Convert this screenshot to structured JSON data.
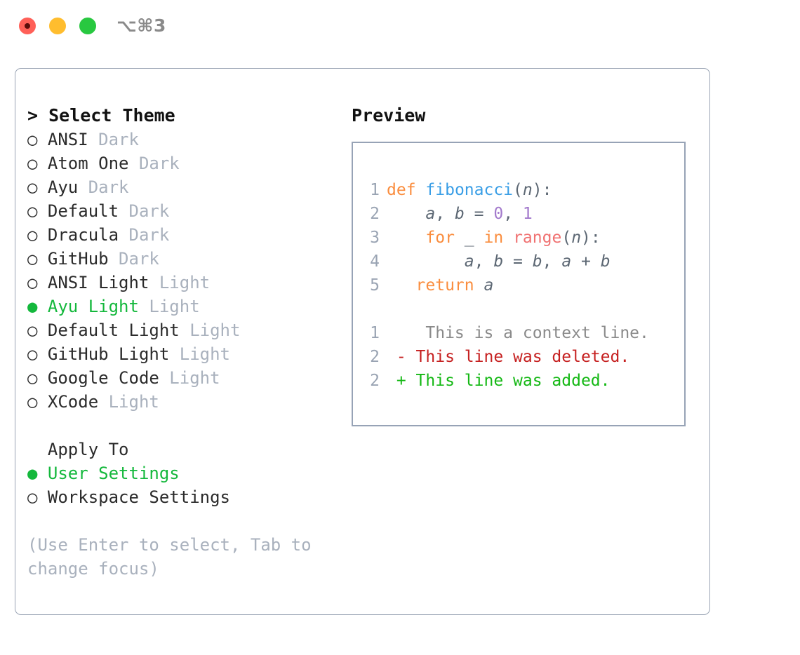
{
  "window": {
    "shortcut_label": "⌥⌘3",
    "lights": [
      "close-red",
      "minimize-yellow",
      "maximize-green"
    ]
  },
  "left": {
    "header": "> Select Theme",
    "header_marker": ">",
    "header_text": "Select Theme",
    "markers": {
      "selected": "●",
      "unselected": "○"
    },
    "themes": [
      {
        "marker": "○",
        "name": "ANSI",
        "tag": "Dark",
        "selected": false
      },
      {
        "marker": "○",
        "name": "Atom One",
        "tag": "Dark",
        "selected": false
      },
      {
        "marker": "○",
        "name": "Ayu",
        "tag": "Dark",
        "selected": false
      },
      {
        "marker": "○",
        "name": "Default",
        "tag": "Dark",
        "selected": false
      },
      {
        "marker": "○",
        "name": "Dracula",
        "tag": "Dark",
        "selected": false
      },
      {
        "marker": "○",
        "name": "GitHub",
        "tag": "Dark",
        "selected": false
      },
      {
        "marker": "○",
        "name": "ANSI Light",
        "tag": "Light",
        "selected": false
      },
      {
        "marker": "●",
        "name": "Ayu Light",
        "tag": "Light",
        "selected": true
      },
      {
        "marker": "○",
        "name": "Default Light",
        "tag": "Light",
        "selected": false
      },
      {
        "marker": "○",
        "name": "GitHub Light",
        "tag": "Light",
        "selected": false
      },
      {
        "marker": "○",
        "name": "Google Code",
        "tag": "Light",
        "selected": false
      },
      {
        "marker": "○",
        "name": "XCode",
        "tag": "Light",
        "selected": false
      }
    ],
    "apply_to": {
      "title": "  Apply To",
      "options": [
        {
          "marker": "●",
          "label": "User Settings",
          "selected": true
        },
        {
          "marker": "○",
          "label": "Workspace Settings",
          "selected": false
        }
      ]
    },
    "hint": "(Use Enter to select, Tab to change focus)"
  },
  "preview": {
    "title": "Preview",
    "code_lines": [
      {
        "num": "1",
        "tokens": [
          {
            "t": "def",
            "c": "kw"
          },
          {
            "t": " ",
            "c": "punc"
          },
          {
            "t": "fibonacci",
            "c": "fn"
          },
          {
            "t": "(",
            "c": "punc"
          },
          {
            "t": "n",
            "c": "id"
          },
          {
            "t": "):",
            "c": "punc"
          }
        ]
      },
      {
        "num": "2",
        "tokens": [
          {
            "t": "    ",
            "c": "punc"
          },
          {
            "t": "a",
            "c": "id"
          },
          {
            "t": ", ",
            "c": "punc"
          },
          {
            "t": "b",
            "c": "id"
          },
          {
            "t": " = ",
            "c": "punc"
          },
          {
            "t": "0",
            "c": "num"
          },
          {
            "t": ", ",
            "c": "punc"
          },
          {
            "t": "1",
            "c": "num"
          }
        ]
      },
      {
        "num": "3",
        "tokens": [
          {
            "t": "    ",
            "c": "punc"
          },
          {
            "t": "for",
            "c": "kw"
          },
          {
            "t": " ",
            "c": "punc"
          },
          {
            "t": "_",
            "c": "id"
          },
          {
            "t": " ",
            "c": "punc"
          },
          {
            "t": "in",
            "c": "kw"
          },
          {
            "t": " ",
            "c": "punc"
          },
          {
            "t": "range",
            "c": "bi"
          },
          {
            "t": "(",
            "c": "punc"
          },
          {
            "t": "n",
            "c": "id"
          },
          {
            "t": "):",
            "c": "punc"
          }
        ]
      },
      {
        "num": "4",
        "tokens": [
          {
            "t": "        ",
            "c": "punc"
          },
          {
            "t": "a",
            "c": "id"
          },
          {
            "t": ", ",
            "c": "punc"
          },
          {
            "t": "b",
            "c": "id"
          },
          {
            "t": " = ",
            "c": "punc"
          },
          {
            "t": "b",
            "c": "id"
          },
          {
            "t": ", ",
            "c": "punc"
          },
          {
            "t": "a",
            "c": "id"
          },
          {
            "t": " + ",
            "c": "punc"
          },
          {
            "t": "b",
            "c": "id"
          }
        ]
      },
      {
        "num": "5",
        "tokens": [
          {
            "t": "   ",
            "c": "punc"
          },
          {
            "t": "return",
            "c": "kw"
          },
          {
            "t": " ",
            "c": "punc"
          },
          {
            "t": "a",
            "c": "id"
          }
        ]
      }
    ],
    "diff_lines": [
      {
        "num": "1",
        "sign": " ",
        "text": "  This is a context line.",
        "kind": "ctx"
      },
      {
        "num": "2",
        "sign": "-",
        "text": " This line was deleted.",
        "kind": "del"
      },
      {
        "num": "2",
        "sign": "+",
        "text": " This line was added.",
        "kind": "add"
      }
    ]
  },
  "colors": {
    "keyword": "#fa8d3e",
    "function": "#399ee6",
    "number": "#a37acc",
    "builtin": "#f07171",
    "identifier": "#5c6773",
    "line_number": "#9aa4b3",
    "selected_green": "#14b83c",
    "tag_gray": "#a9b1bd",
    "diff_deleted": "#c62121",
    "diff_added": "#14b814",
    "panel_border": "#9aa4b4"
  }
}
